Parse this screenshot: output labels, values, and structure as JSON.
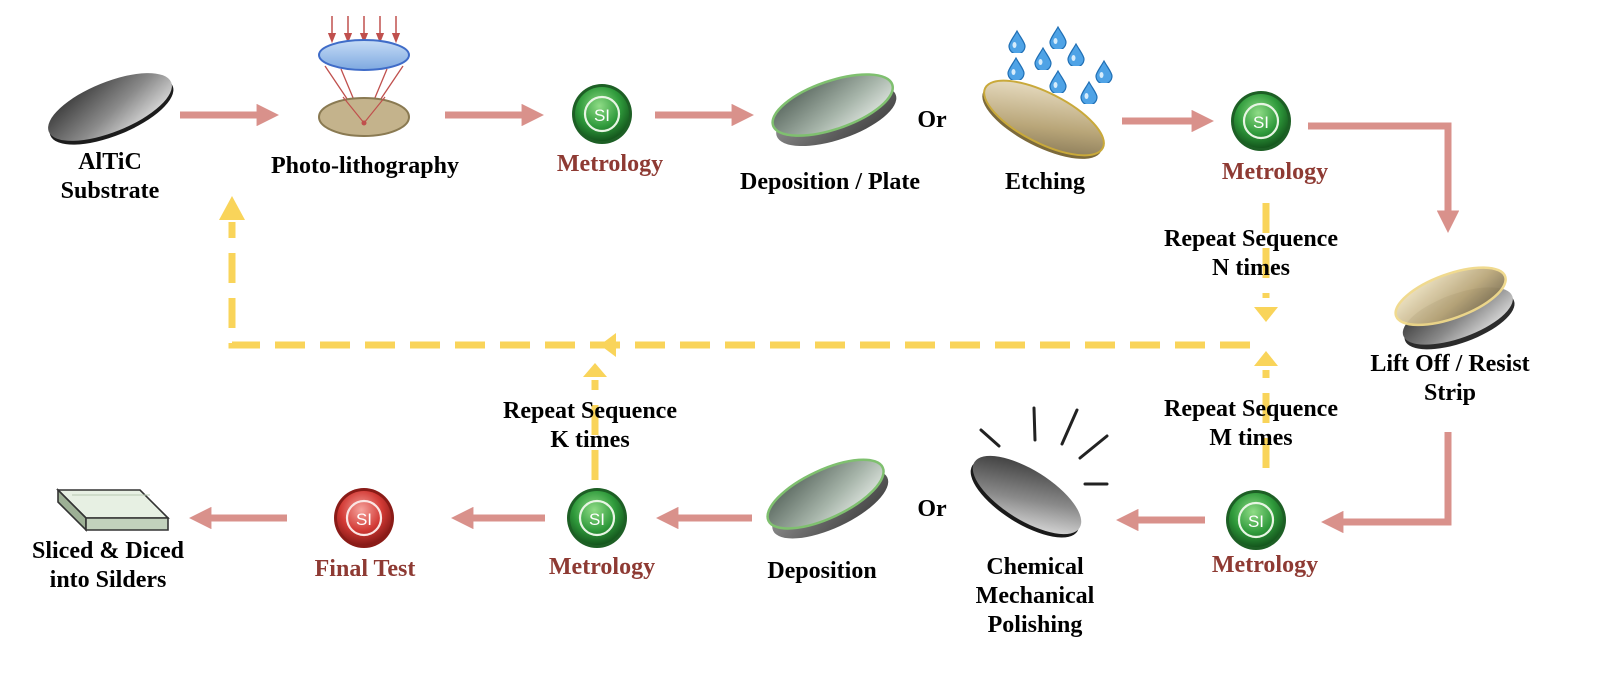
{
  "colors": {
    "flow_arrow": "#d9918b",
    "repeat_arrow": "#f9d45a",
    "metrology_text": "#8e3a33",
    "si_green": "#2f9a3b",
    "si_red": "#d23a35"
  },
  "steps": {
    "substrate": {
      "line1": "AlTiC",
      "line2": "Substrate",
      "icon": "wafer-icon"
    },
    "photolithography": {
      "label": "Photo-lithography",
      "icon": "lens-light-icon"
    },
    "metrology_1": {
      "label": "Metrology",
      "badge": "SI",
      "icon": "si-green-icon"
    },
    "deposition_plate": {
      "label": "Deposition / Plate",
      "icon": "coated-wafer-icon"
    },
    "or_1": {
      "label": "Or"
    },
    "etching": {
      "label": "Etching",
      "icon": "water-drops-icon"
    },
    "metrology_2": {
      "label": "Metrology",
      "badge": "SI",
      "icon": "si-green-icon"
    },
    "lift_off": {
      "line1": "Lift Off / Resist",
      "line2": "Strip",
      "icon": "stacked-wafer-icon"
    },
    "metrology_3": {
      "label": "Metrology",
      "badge": "SI",
      "icon": "si-green-icon"
    },
    "cmp": {
      "line1": "Chemical",
      "line2": "Mechanical",
      "line3": "Polishing",
      "icon": "polishing-wafer-icon"
    },
    "or_2": {
      "label": "Or"
    },
    "deposition": {
      "label": "Deposition",
      "icon": "coated-wafer-icon"
    },
    "metrology_4": {
      "label": "Metrology",
      "badge": "SI",
      "icon": "si-green-icon"
    },
    "final_test": {
      "label": "Final Test",
      "badge": "SI",
      "icon": "si-red-icon"
    },
    "sliced_diced": {
      "line1": "Sliced & Diced",
      "line2": "into Silders",
      "icon": "slider-block-icon"
    }
  },
  "repeat": {
    "n": {
      "line1": "Repeat Sequence",
      "line2": "N times"
    },
    "m": {
      "line1": "Repeat Sequence",
      "line2": "M times"
    },
    "k": {
      "line1": "Repeat Sequence",
      "line2": "K times"
    }
  }
}
